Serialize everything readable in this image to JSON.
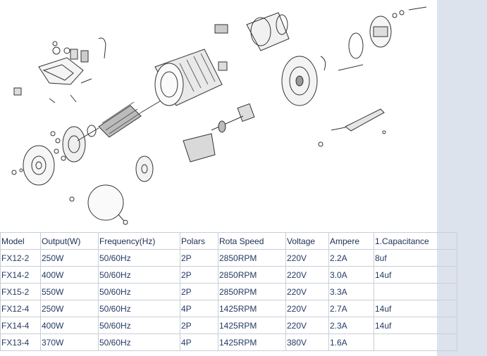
{
  "table": {
    "headers": [
      "Model",
      "Output(W)",
      "Frequency(Hz)",
      "Polars",
      "Rota Speed",
      "Voltage",
      "Ampere",
      "1.Capacitance"
    ],
    "rows": [
      [
        "FX12-2",
        "250W",
        "50/60Hz",
        "2P",
        "2850RPM",
        "220V",
        "2.2A",
        "8uf"
      ],
      [
        "FX14-2",
        "400W",
        "50/60Hz",
        "2P",
        "2850RPM",
        "220V",
        "3.0A",
        "14uf"
      ],
      [
        "FX15-2",
        "550W",
        "50/60Hz",
        "2P",
        "2850RPM",
        "220V",
        "3.3A",
        ""
      ],
      [
        "FX12-4",
        "250W",
        "50/60Hz",
        "4P",
        "1425RPM",
        "220V",
        "2.7A",
        "14uf"
      ],
      [
        "FX14-4",
        "400W",
        "50/60Hz",
        "2P",
        "1425RPM",
        "220V",
        "2.3A",
        "14uf"
      ],
      [
        "FX13-4",
        "370W",
        "50/60Hz",
        "4P",
        "1425RPM",
        "380V",
        "1.6A",
        ""
      ]
    ]
  }
}
